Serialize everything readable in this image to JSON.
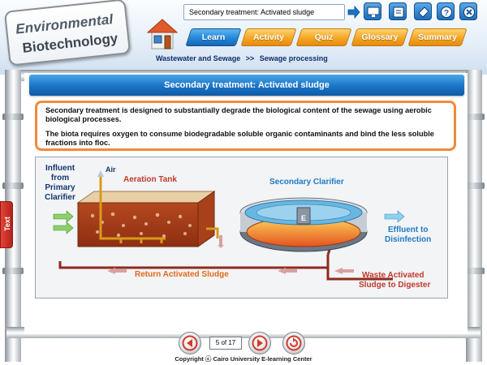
{
  "app": {
    "logo_line1": "Environmental",
    "logo_line2": "Biotechnology"
  },
  "header": {
    "title_field": "Secondary treatment: Activated sludge",
    "tabs": [
      {
        "label": "Learn",
        "active": true
      },
      {
        "label": "Activity",
        "active": false
      },
      {
        "label": "Quiz",
        "active": false
      },
      {
        "label": "Glossary",
        "active": false
      },
      {
        "label": "Summary",
        "active": false
      }
    ],
    "toolbar_icons": [
      "monitor-icon",
      "book-icon",
      "glossary-icon",
      "help-icon",
      "close-icon"
    ]
  },
  "breadcrumb": {
    "item1": "Wastewater and Sewage",
    "separator": ">>",
    "item2": "Sewage processing"
  },
  "side_tab": {
    "label": "Text"
  },
  "content": {
    "title": "Secondary treatment: Activated sludge",
    "paragraph1": "Secondary treatment is designed to substantially degrade the biological content of the sewage using aerobic biological processes.",
    "paragraph2": "The biota requires oxygen to consume biodegradable soluble organic contaminants and bind the less soluble fractions into floc."
  },
  "diagram": {
    "influent_l1": "Influent",
    "influent_l2": "from",
    "influent_l3": "Primary",
    "influent_l4": "Clarifier",
    "air": "Air",
    "aeration_tank": "Aeration Tank",
    "secondary_clarifier": "Secondary Clarifier",
    "effluent_l1": "Effluent to",
    "effluent_l2": "Disinfection",
    "return_sludge": "Return Activated Sludge",
    "waste_l1": "Waste Activated",
    "waste_l2": "Sludge to Digester",
    "clarifier_label": "E"
  },
  "nav": {
    "page_indicator": "5 of 17",
    "copyright": "Copyright ⓒ Cairo University E-learning Center"
  },
  "colors": {
    "tab_orange": "#f5a623",
    "tab_blue": "#2387d9",
    "title_blue": "#1a74c6",
    "text_border": "#f08a3c",
    "label_red": "#c0392b",
    "label_blue": "#1f7bc4",
    "label_dark_blue": "#15376e",
    "label_orange": "#e0691a"
  }
}
